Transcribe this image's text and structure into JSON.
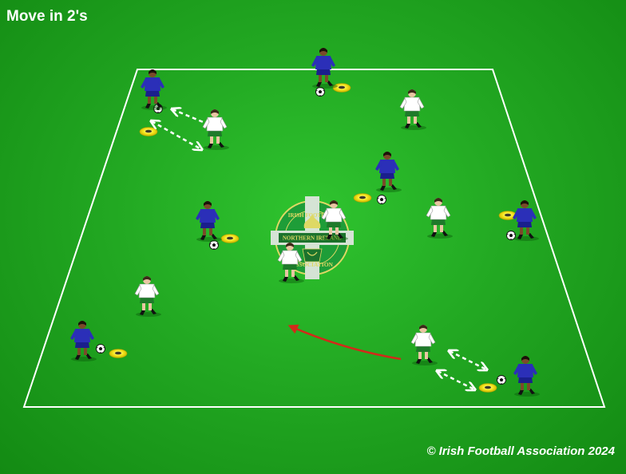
{
  "title": "Move in 2's",
  "copyright": "© Irish Football Association 2024",
  "crest": {
    "top_text": "IRISH FOOTBALL",
    "band_text": "NORTHERN IRELAND",
    "bottom_text": "ASSOCIATION"
  },
  "colors": {
    "pitch": "#22a822",
    "lines": "#ffffff",
    "team_blue": "#2b2fb8",
    "team_white": "#ffffff",
    "shorts_green": "#1e7a2a",
    "cone": "#f2e21a",
    "run_arrow": "#d22a1a",
    "pass_arrow": "#ffffff"
  },
  "icons": {
    "player_blue": "player-blue-icon",
    "player_white": "player-white-icon",
    "ball": "ball-icon",
    "cone": "cone-icon"
  }
}
